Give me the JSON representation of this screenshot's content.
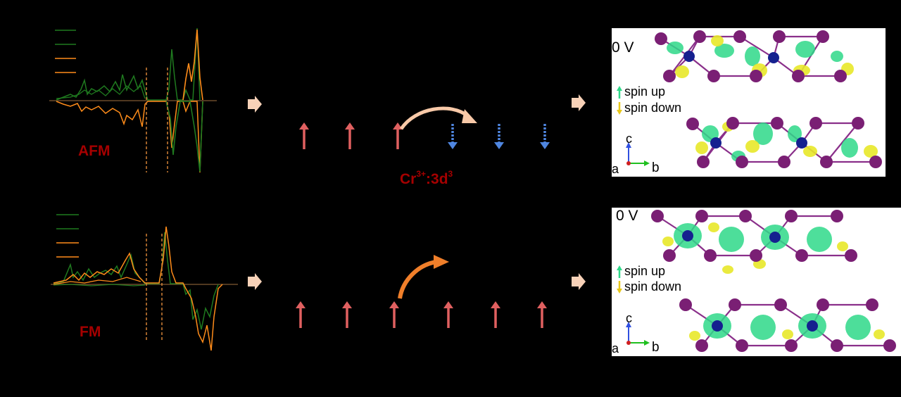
{
  "colors": {
    "background": "#000000",
    "spin_up_trace": "#1f7a1f",
    "spin_down_trace": "#ff8c1a",
    "state_label": "#a50000",
    "up_arrow": "#e06060",
    "down_arrow": "#4f86e0",
    "curved_arrow_light": "#f8c9a8",
    "curved_arrow_dark": "#f07f2a",
    "block_arrow": "#f8d2b8",
    "spin_up_density": "#2fd989",
    "spin_down_density": "#e8e82a",
    "atom_purple": "#7a1f74",
    "atom_blue": "#15208f"
  },
  "rows": [
    {
      "state": "AFM",
      "ion_label": {
        "ion": "Cr",
        "charge": "3+",
        "config": ":3d",
        "electrons": "3"
      },
      "panel": {
        "voltage_label": "0 V",
        "legend": [
          "spin up",
          "spin down"
        ],
        "axes": {
          "c": "c",
          "a": "a",
          "b": "b"
        }
      }
    },
    {
      "state": "FM",
      "panel": {
        "voltage_label": "0 V",
        "legend": [
          "spin up",
          "spin down"
        ],
        "axes": {
          "c": "c",
          "a": "a",
          "b": "b"
        }
      }
    }
  ]
}
